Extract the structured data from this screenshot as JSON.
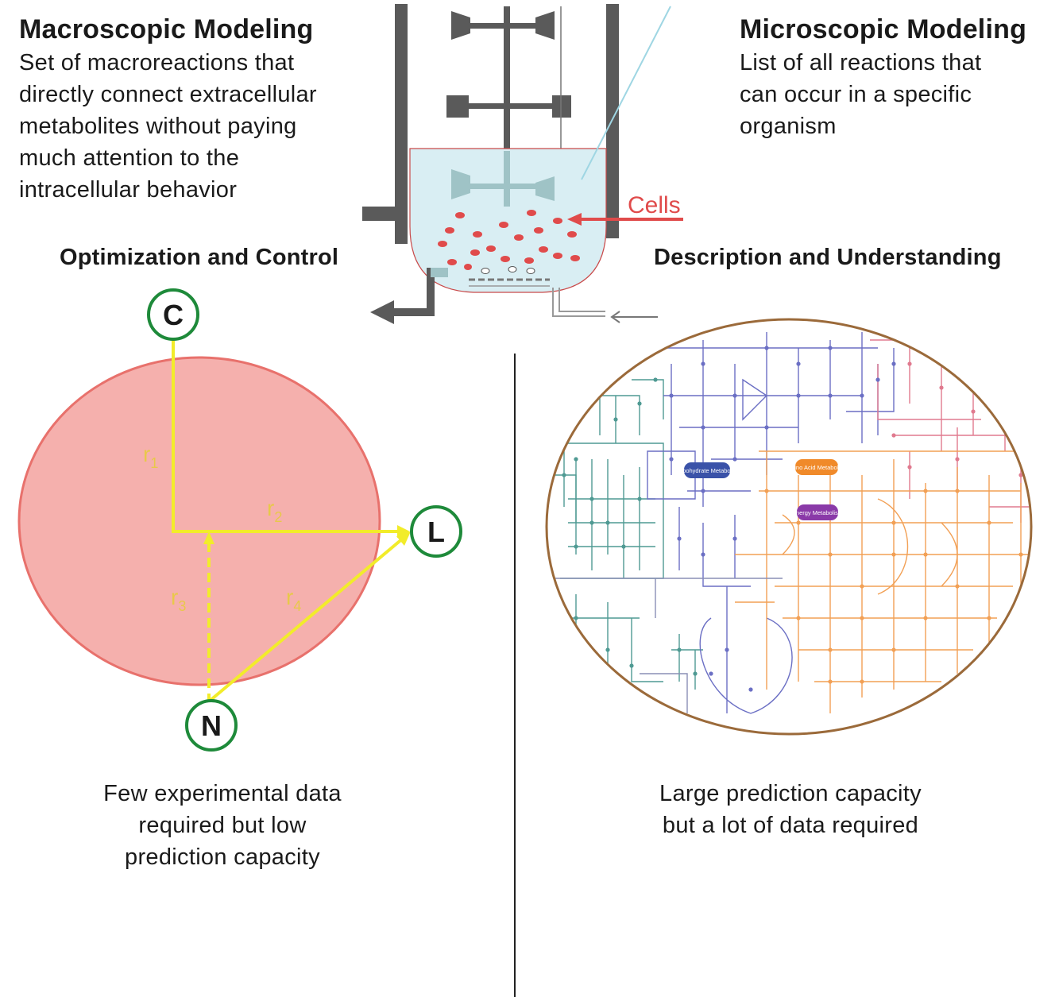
{
  "left": {
    "title": "Macroscopic Modeling",
    "description": "Set of macroreactions that\ndirectly connect extracellular\nmetabolites without paying\nmuch attention to the\nintracellular behavior",
    "subheading": "Optimization and Control",
    "caption": "Few experimental data\nrequired but low\nprediction capacity",
    "nodes": {
      "c": "C",
      "l": "L",
      "n": "N"
    },
    "reactions": {
      "r1": "r",
      "r1_sub": "1",
      "r2": "r",
      "r2_sub": "2",
      "r3": "r",
      "r3_sub": "3",
      "r4": "r",
      "r4_sub": "4"
    }
  },
  "right": {
    "title": "Microscopic Modeling",
    "description": "List of all reactions that\ncan occur in a specific\norganism",
    "subheading": "Description and Understanding",
    "caption": "Large prediction capacity\nbut a lot of data required",
    "map_labels": {
      "carbohydrate": "Carbohydrate\nMetabolism",
      "amino_acid": "Amino Acid\nMetabolism",
      "energy": "Energy\nMetabolism"
    }
  },
  "bioreactor": {
    "cells_label": "Cells"
  },
  "colors": {
    "ellipse_fill": "#f5b0ad",
    "ellipse_stroke": "#e8716c",
    "reaction_arrow": "#f2ec2a",
    "node_ring": "#1e8a3a",
    "cells_red": "#e04b4b",
    "medium": "#d9eef3",
    "map_border": "#9b6a3a"
  }
}
